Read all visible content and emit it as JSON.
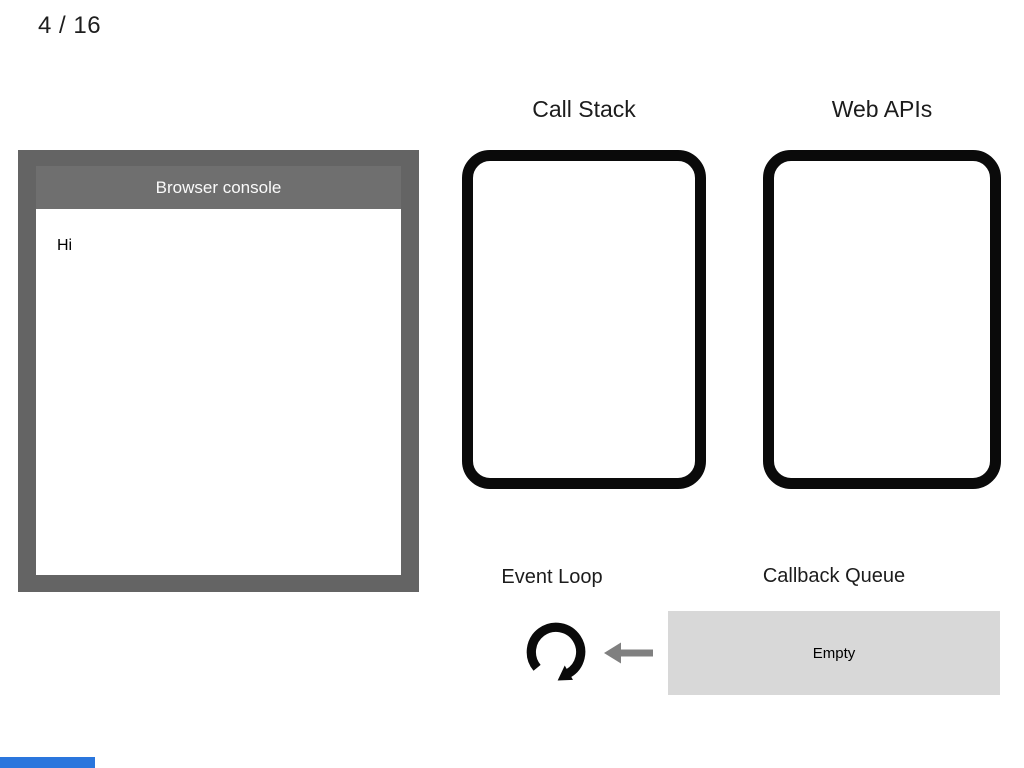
{
  "slide": {
    "page_indicator": "4 / 16",
    "progress_color": "#2a76dd"
  },
  "console": {
    "title": "Browser console",
    "log_lines": [
      "Hi"
    ]
  },
  "call_stack": {
    "label": "Call Stack",
    "items": []
  },
  "web_apis": {
    "label": "Web APIs",
    "items": []
  },
  "event_loop": {
    "label": "Event Loop",
    "icon": "clockwise-loop-arrow-icon"
  },
  "callback_queue": {
    "label": "Callback Queue",
    "status": "Empty"
  },
  "flow": {
    "queue_to_loop_arrow": "left-arrow-icon",
    "arrow_color": "#808080"
  },
  "colors": {
    "console_bg": "#646464",
    "console_titlebar_bg": "#6f6f6f",
    "console_title_text": "#fafafa",
    "queue_bg": "#d8d8d8",
    "box_border": "#0a0a0a",
    "text": "#1e1e1e"
  }
}
